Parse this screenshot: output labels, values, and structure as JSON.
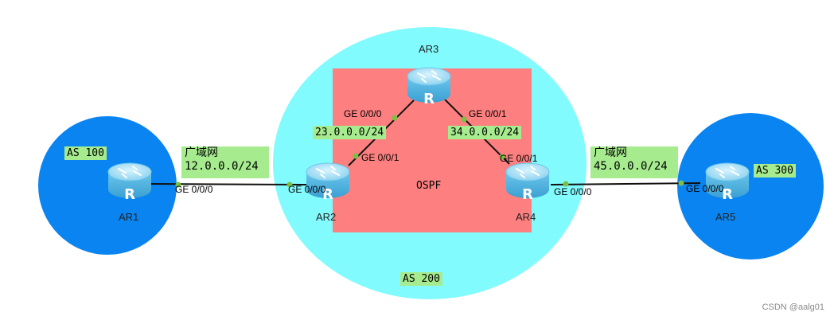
{
  "colors": {
    "as_outer": "#0a84f0",
    "as_center": "#82fbfe",
    "ospf_area": "#fd7f7f",
    "label_bg": "#a6ec8e",
    "link": "#000000",
    "port_dot": "#7ac043",
    "router_body": "#56b9e2"
  },
  "areas": {
    "as100": "AS 100",
    "as200": "AS 200",
    "as300": "AS 300",
    "ospf": "OSPF"
  },
  "routers": {
    "ar1": "AR1",
    "ar2": "AR2",
    "ar3": "AR3",
    "ar4": "AR4",
    "ar5": "AR5",
    "glyph": "R"
  },
  "links": {
    "ar1_ar2": {
      "title": "广域网",
      "network": "12.0.0.0/24",
      "port_a": "GE 0/0/0",
      "port_b": "GE 0/0/0"
    },
    "ar2_ar3": {
      "network": "23.0.0.0/24",
      "port_a": "GE 0/0/1",
      "port_b": "GE 0/0/0"
    },
    "ar3_ar4": {
      "network": "34.0.0.0/24",
      "port_a": "GE 0/0/1",
      "port_b": "GE 0/0/1"
    },
    "ar4_ar5": {
      "title": "广域网",
      "network": "45.0.0.0/24",
      "port_a": "GE 0/0/0",
      "port_b": "GE 0/0/0"
    }
  },
  "watermark": "CSDN @aalg01"
}
